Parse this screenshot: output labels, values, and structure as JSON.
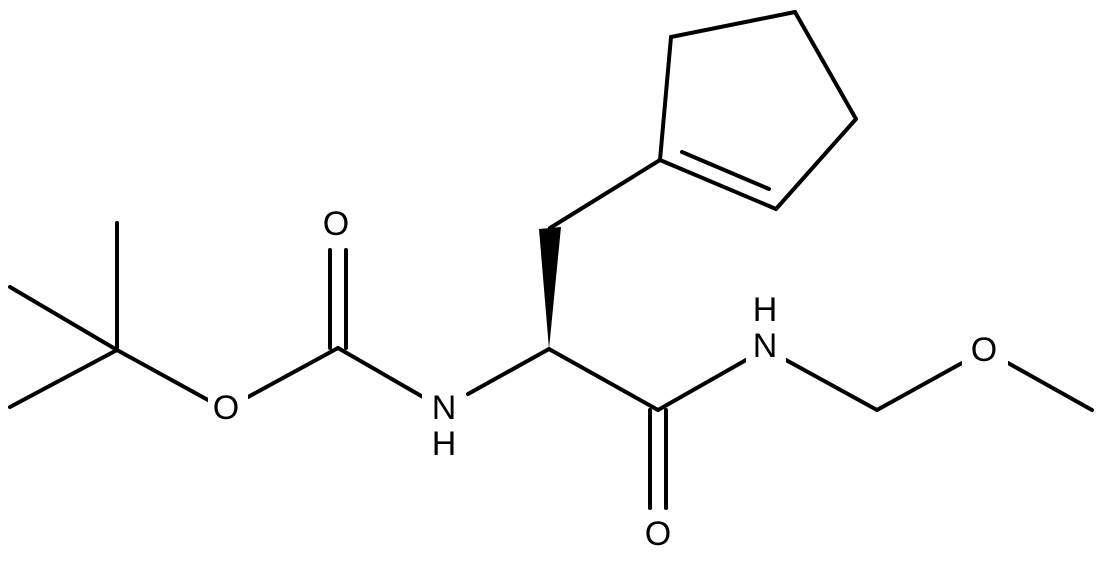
{
  "molecule": {
    "atoms": {
      "o_carbonyl_boc": "O",
      "o_ester": "O",
      "n_carbamate_n": "N",
      "n_carbamate_h": "H",
      "n_amide_h": "H",
      "n_amide_n": "N",
      "o_ether": "O",
      "o_amide_carbonyl": "O"
    }
  },
  "colors": {
    "bond": "#000000",
    "background": "#ffffff"
  }
}
